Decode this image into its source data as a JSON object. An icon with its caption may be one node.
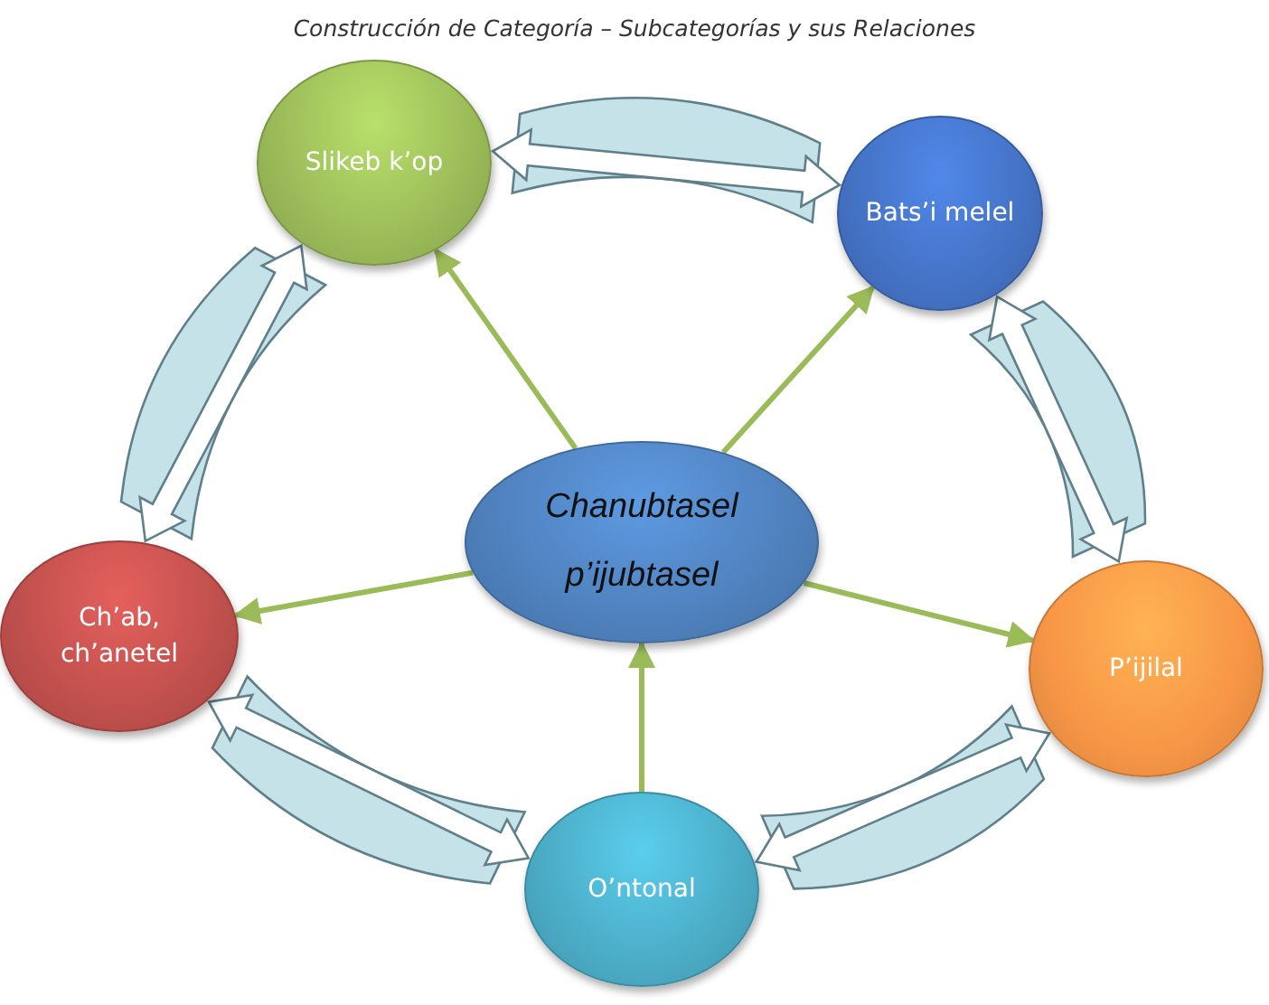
{
  "diagram": {
    "title": "Construcción de Categoría – Subcategorías y sus Relaciones",
    "nodes": [
      {
        "text": [
          "Chanubtasel p’ijubtasel"
        ]
      },
      {
        "text": [
          "Slikeb k’op"
        ]
      },
      {
        "text": [
          "Bats’i melel"
        ]
      },
      {
        "text": [
          "Ch’ab, ch’anetel"
        ]
      },
      {
        "text": [
          "P’ijilal"
        ]
      },
      {
        "text": [
          "O’ntonal"
        ]
      }
    ],
    "edges": [
      {
        "from": 0,
        "to": 1,
        "arrow": "to",
        "color": "#9bbb59"
      },
      {
        "from": 0,
        "to": 2,
        "arrow": "to",
        "color": "#9bbb59"
      },
      {
        "from": 0,
        "to": 3,
        "arrow": "to",
        "color": "#9bbb59"
      },
      {
        "from": 0,
        "to": 4,
        "arrow": "to",
        "color": "#9bbb59"
      },
      {
        "from": 5,
        "to": 0,
        "arrow": "to",
        "color": "#9bbb59"
      },
      {
        "from": 1,
        "to": 2,
        "arrow": "both",
        "style": "thick",
        "color": "#5f7f8a"
      },
      {
        "from": 3,
        "to": 1,
        "arrow": "both",
        "style": "thick",
        "color": "#5f7f8a"
      },
      {
        "from": 2,
        "to": 4,
        "arrow": "both",
        "style": "thick",
        "color": "#5f7f8a"
      },
      {
        "from": 3,
        "to": 5,
        "arrow": "both",
        "style": "thick",
        "color": "#5f7f8a"
      },
      {
        "from": 5,
        "to": 4,
        "arrow": "both",
        "style": "thick",
        "color": "#5f7f8a"
      }
    ]
  }
}
